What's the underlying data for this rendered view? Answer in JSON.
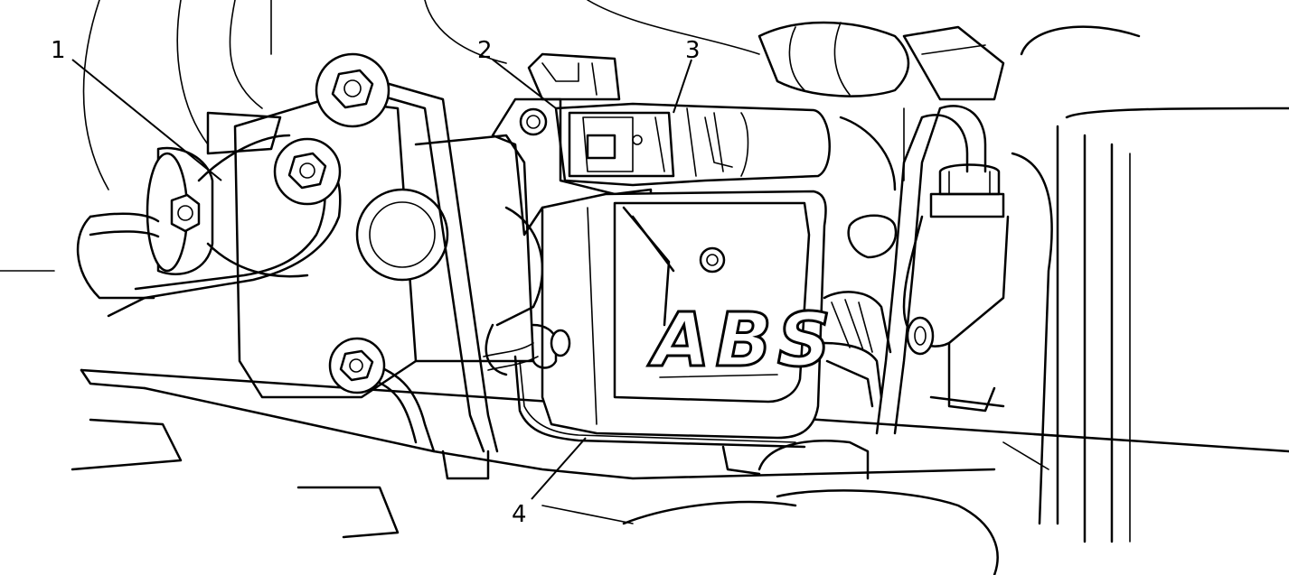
{
  "callouts": [
    {
      "id": "1",
      "label": "1"
    },
    {
      "id": "2",
      "label": "2"
    },
    {
      "id": "3",
      "label": "3"
    },
    {
      "id": "4",
      "label": "4"
    }
  ],
  "module_marking": "ABS",
  "colors": {
    "line": "#000000",
    "background": "#ffffff"
  }
}
